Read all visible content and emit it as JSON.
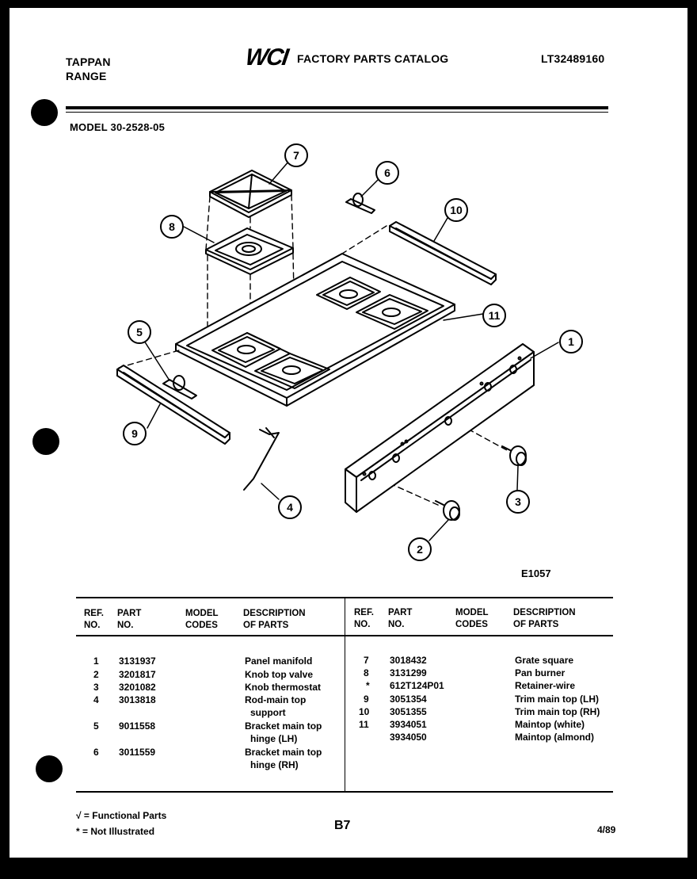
{
  "header": {
    "brand_line1": "TAPPAN",
    "brand_line2": "RANGE",
    "logo_text": "WCI",
    "catalog_title": "FACTORY PARTS CATALOG",
    "catalog_number": "LT32489160",
    "model": "MODEL 30-2528-05"
  },
  "diagram": {
    "code": "E1057",
    "callouts": [
      "1",
      "2",
      "3",
      "4",
      "5",
      "6",
      "7",
      "8",
      "9",
      "10",
      "11"
    ]
  },
  "table": {
    "headers": {
      "ref_1": "REF.",
      "ref_2": "NO.",
      "part_1": "PART",
      "part_2": "NO.",
      "model_1": "MODEL",
      "model_2": "CODES",
      "desc_1": "DESCRIPTION",
      "desc_2": "OF PARTS"
    },
    "left_rows": [
      {
        "ref": "1",
        "part": "3131937",
        "desc": [
          "Panel manifold"
        ]
      },
      {
        "ref": "2",
        "part": "3201817",
        "desc": [
          "Knob top valve"
        ]
      },
      {
        "ref": "3",
        "part": "3201082",
        "desc": [
          "Knob thermostat"
        ]
      },
      {
        "ref": "4",
        "part": "3013818",
        "desc": [
          "Rod-main top",
          "support"
        ]
      },
      {
        "ref": "5",
        "part": "9011558",
        "desc": [
          "Bracket main top",
          "hinge (LH)"
        ]
      },
      {
        "ref": "6",
        "part": "3011559",
        "desc": [
          "Bracket main top",
          "hinge (RH)"
        ]
      }
    ],
    "right_rows": [
      {
        "ref": "7",
        "part": "3018432",
        "desc": "Grate square"
      },
      {
        "ref": "8",
        "part": "3131299",
        "desc": "Pan burner"
      },
      {
        "ref": "*",
        "part": "612T124P01",
        "desc": "Retainer-wire"
      },
      {
        "ref": "9",
        "part": "3051354",
        "desc": "Trim main top (LH)"
      },
      {
        "ref": "10",
        "part": "3051355",
        "desc": "Trim main top (RH)"
      },
      {
        "ref": "11",
        "part": "3934051",
        "desc": "Maintop (white)"
      },
      {
        "ref": "",
        "part": "3934050",
        "desc": "Maintop (almond)"
      }
    ]
  },
  "footer": {
    "legend_functional": "√ = Functional Parts",
    "legend_not_illustrated": "* = Not Illustrated",
    "page": "B7",
    "date": "4/89"
  }
}
